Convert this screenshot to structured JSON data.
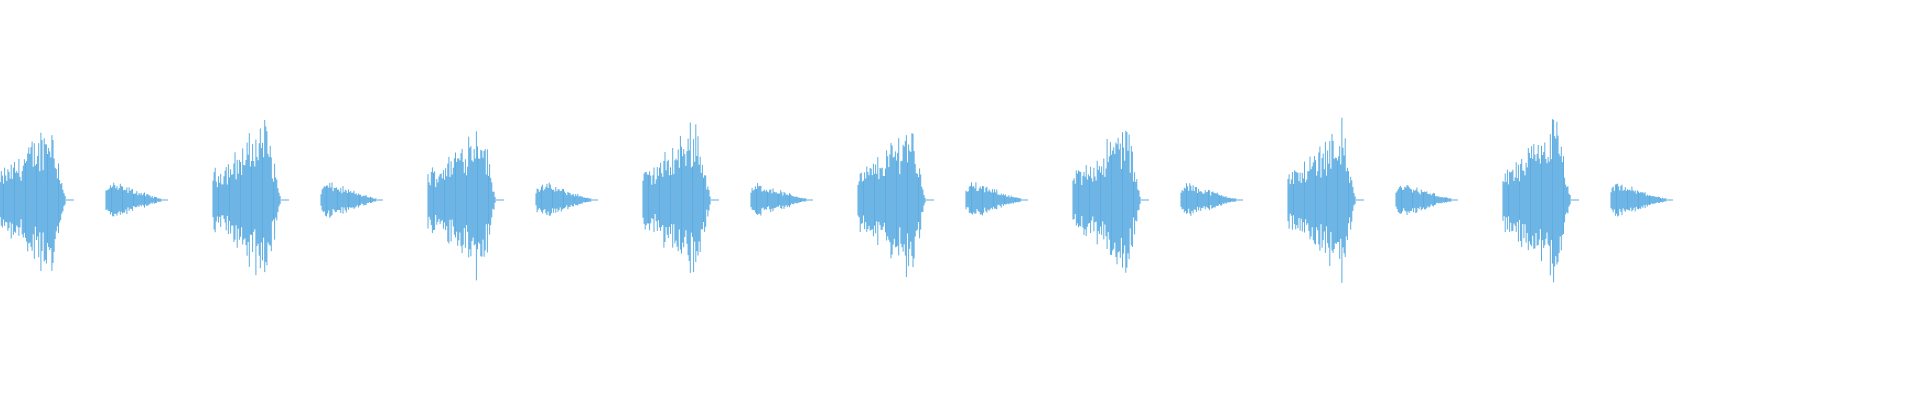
{
  "waveform": {
    "color": "#5DADE2",
    "background": "#ffffff",
    "bursts": [
      {
        "type": "loud",
        "amplitude": 0.82
      },
      {
        "type": "soft",
        "amplitude": 0.18
      },
      {
        "type": "loud",
        "amplitude": 0.84
      },
      {
        "type": "soft",
        "amplitude": 0.18
      },
      {
        "type": "loud",
        "amplitude": 0.84
      },
      {
        "type": "soft",
        "amplitude": 0.18
      },
      {
        "type": "loud",
        "amplitude": 0.82
      },
      {
        "type": "soft",
        "amplitude": 0.17
      },
      {
        "type": "loud",
        "amplitude": 0.82
      },
      {
        "type": "soft",
        "amplitude": 0.18
      },
      {
        "type": "loud",
        "amplitude": 0.8
      },
      {
        "type": "soft",
        "amplitude": 0.17
      },
      {
        "type": "loud",
        "amplitude": 0.8
      },
      {
        "type": "soft",
        "amplitude": 0.17
      },
      {
        "type": "loud",
        "amplitude": 0.83
      },
      {
        "type": "soft",
        "amplitude": 0.17
      }
    ]
  }
}
